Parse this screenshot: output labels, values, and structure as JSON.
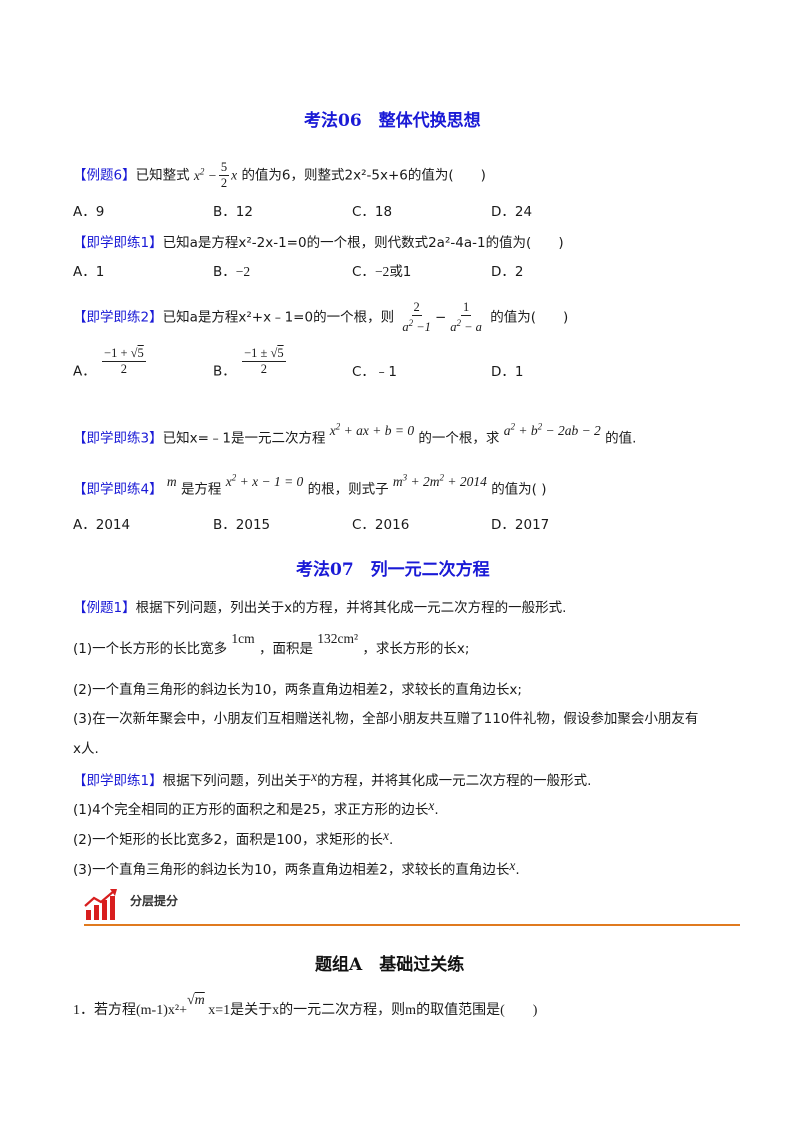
{
  "s1": {
    "title": "考法06　整体代换思想",
    "ex6": {
      "tag": "【例题6】",
      "pre": "已知整式",
      "mid": "的值为6，则整式",
      "expr": "2x²-5x+6",
      "post": "的值为(　　)"
    },
    "ex6_opts": [
      "A．9",
      "B．12",
      "C．18",
      "D．24"
    ],
    "p1": {
      "tag": "【即学即练1】",
      "pre": "已知a是方程",
      "eq": "x²-2x-1=0",
      "mid": "的一个根，则代数式",
      "expr": "2a²-4a-1",
      "post": "的值为(　　)"
    },
    "p1_opts": [
      "A．1",
      "B．",
      "C．",
      "D．2"
    ],
    "p1_b": "−2",
    "p1_c": "−2",
    "p1_c_post": "或1",
    "p2": {
      "tag": "【即学即练2】",
      "pre": "已知a是方程",
      "eq": "x²+x﹣1=0",
      "mid": "的一个根，则",
      "post": "的值为(　　)"
    },
    "p2_opts": [
      "A．",
      "B．",
      "C．﹣1",
      "D．1"
    ],
    "p3": {
      "tag": "【即学即练3】",
      "pre": "已知x=﹣1是一元二次方程",
      "mid": "的一个根，求",
      "post": "的值."
    },
    "p4": {
      "tag": "【即学即练4】",
      "mid1": "是方程",
      "mid2": "的根，则式子",
      "post": "的值为(  )"
    },
    "p4_opts": [
      "A．2014",
      "B．2015",
      "C．2016",
      "D．2017"
    ]
  },
  "s2": {
    "title": "考法07　列一元二次方程",
    "ex1": {
      "tag": "【例题1】",
      "text": "根据下列问题，列出关于x的方程，并将其化成一元二次方程的一般形式."
    },
    "q1": {
      "pre": "(1)一个长方形的长比宽多",
      "mid": "，面积是",
      "post": "，求长方形的长x;",
      "cm": "1cm",
      "area": "132cm²"
    },
    "q2": "(2)一个直角三角形的斜边长为10，两条直角边相差2，求较长的直角边长x;",
    "q3a": "(3)在一次新年聚会中，小朋友们互相赠送礼物，全部小朋友共互赠了110件礼物，假设参加聚会小朋友有",
    "q3b": "x人.",
    "pr1": {
      "tag": "【即学即练1】",
      "pre": "根据下列问题，列出关于",
      "post": "的方程，并将其化成一元二次方程的一般形式."
    },
    "pr1_q1": {
      "pre": "(1)4个完全相同的正方形的面积之和是25，求正方形的边长",
      "post": "."
    },
    "pr1_q2": {
      "pre": "(2)一个矩形的长比宽多2，面积是100，求矩形的长",
      "post": "."
    },
    "pr1_q3": {
      "pre": "(3)一个直角三角形的斜边长为10，两条直角边相差2，求较长的直角边长",
      "post": "."
    }
  },
  "banner": {
    "label": "分层提分",
    "icon": "chart-up-icon"
  },
  "s3": {
    "title": "题组A　基础过关练",
    "q1": {
      "pre": "1．若方程(m-1)x²+",
      "post": "x=1是关于x的一元二次方程，则m的取值范围是(　　)"
    }
  },
  "colors": {
    "heading": "#1a1ad6",
    "accent": "#e07a1f",
    "icon_red": "#d81e1e"
  }
}
